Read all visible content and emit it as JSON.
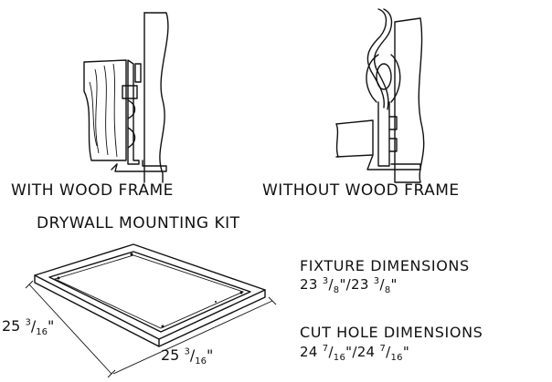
{
  "captions": {
    "with_wood_frame": "WITH WOOD FRAME",
    "without_wood_frame": "WITHOUT WOOD FRAME",
    "kit_title": "DRYWALL MOUNTING KIT"
  },
  "fixture": {
    "title": "FIXTURE DIMENSIONS",
    "value_whole_1": "23",
    "value_num_1": "3",
    "value_den_1": "8",
    "separator": "\"/",
    "value_whole_2": "23",
    "value_num_2": "3",
    "value_den_2": "8",
    "inch": "\""
  },
  "cut_hole": {
    "title": "CUT HOLE DIMENSIONS",
    "value_whole_1": "24",
    "value_num_1": "7",
    "value_den_1": "16",
    "separator": "\"/",
    "value_whole_2": "24",
    "value_num_2": "7",
    "value_den_2": "16",
    "inch": "\""
  },
  "measurements": {
    "left_whole": "25",
    "left_num": "3",
    "left_den": "16",
    "left_inch": "\"",
    "bottom_whole": "25",
    "bottom_num": "3",
    "bottom_den": "16",
    "bottom_inch": "\""
  }
}
